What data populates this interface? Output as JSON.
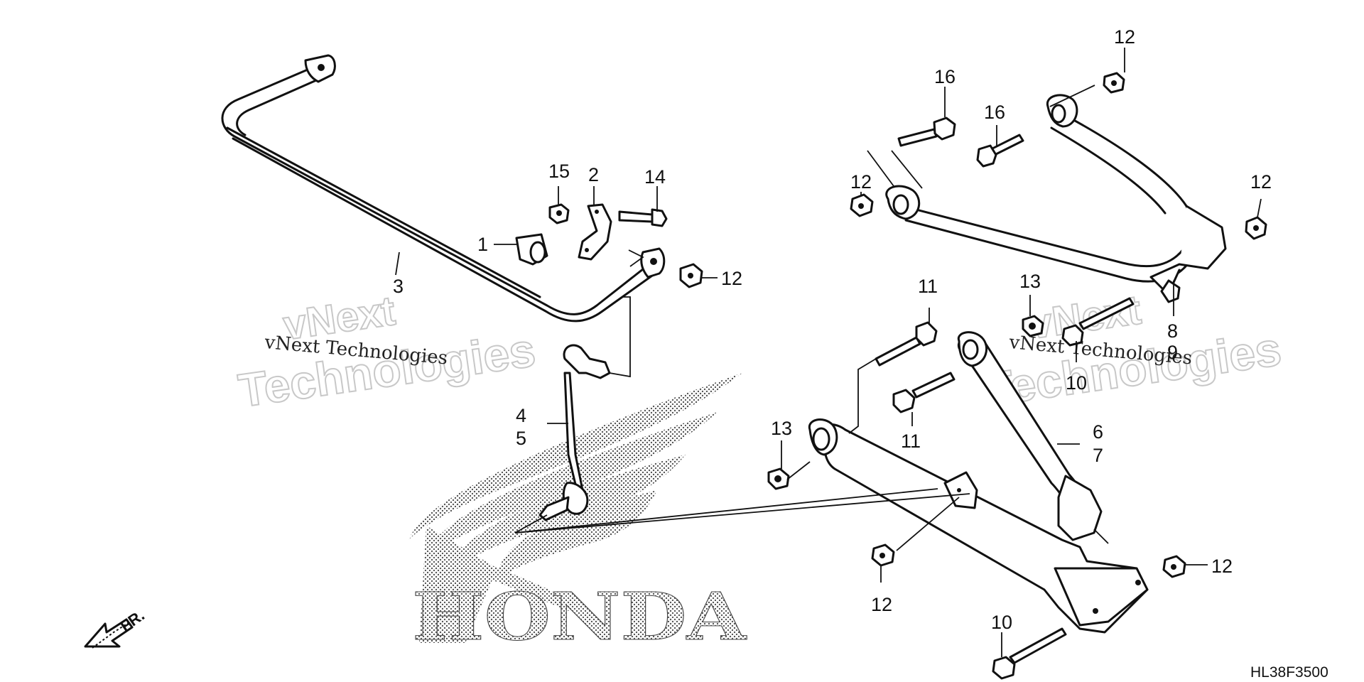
{
  "diagram": {
    "code": "HL38F3500",
    "front_arrow_label": "FR.",
    "brand": "HONDA",
    "watermarks": {
      "left_small": "vNext Technologies",
      "left_big_1": "vNext",
      "left_big_2": "Technologies",
      "right_small": "vNext Technologies",
      "right_big_1": "vNext",
      "right_big_2": "Technologies"
    },
    "callouts": {
      "c1": "1",
      "c2": "2",
      "c3": "3",
      "c4": "4",
      "c5": "5",
      "c6": "6",
      "c7": "7",
      "c8": "8",
      "c9": "9",
      "c10a": "10",
      "c10b": "10",
      "c11a": "11",
      "c11b": "11",
      "c12a": "12",
      "c12b": "12",
      "c12c": "12",
      "c12d": "12",
      "c12e": "12",
      "c12f": "12",
      "c13a": "13",
      "c13b": "13",
      "c14": "14",
      "c15": "15",
      "c16a": "16",
      "c16b": "16"
    }
  }
}
